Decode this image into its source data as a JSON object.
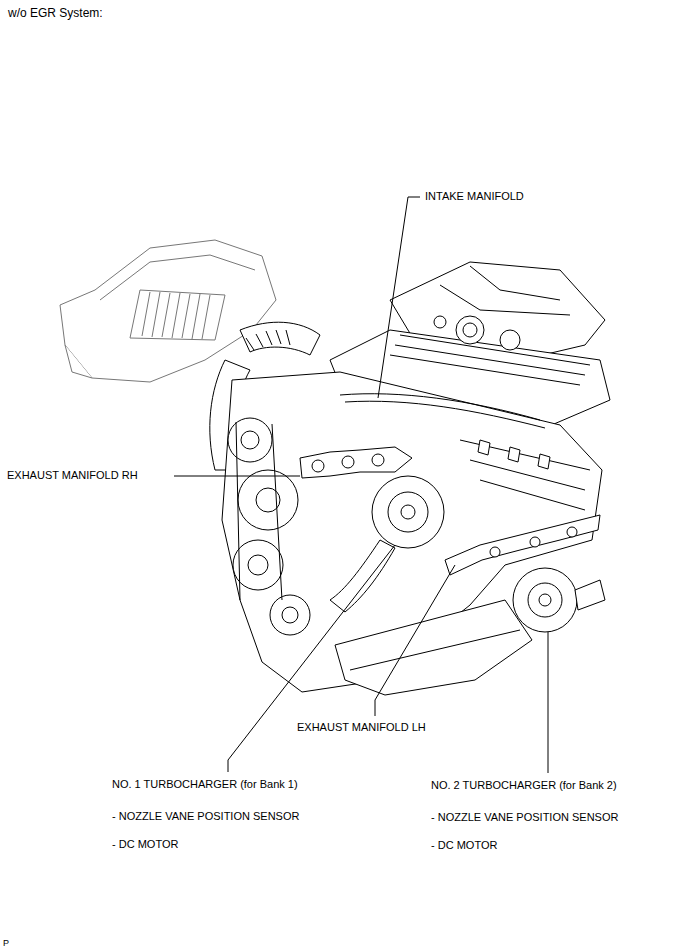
{
  "diagram": {
    "title": "w/o EGR System:",
    "labels": [
      "INTAKE MANIFOLD",
      "EXHAUST MANIFOLD RH",
      "EXHAUST MANIFOLD LH",
      "NO. 1 TURBOCHARGER (for Bank 1)",
      "- NOZZLE VANE POSITION SENSOR",
      "- DC MOTOR",
      "NO. 2 TURBOCHARGER (for Bank 2)",
      "- NOZZLE VANE POSITION SENSOR",
      "- DC MOTOR",
      "P"
    ]
  }
}
